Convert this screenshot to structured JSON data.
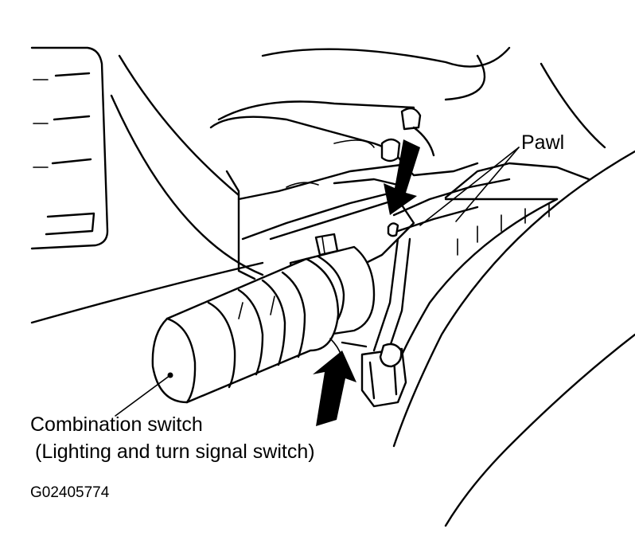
{
  "labels": {
    "pawl": "Pawl",
    "combination_switch_line1": "Combination switch",
    "combination_switch_line2": "(Lighting and turn signal switch)"
  },
  "figure_code": "G02405774",
  "colors": {
    "ink": "#000000",
    "paper": "#ffffff"
  }
}
